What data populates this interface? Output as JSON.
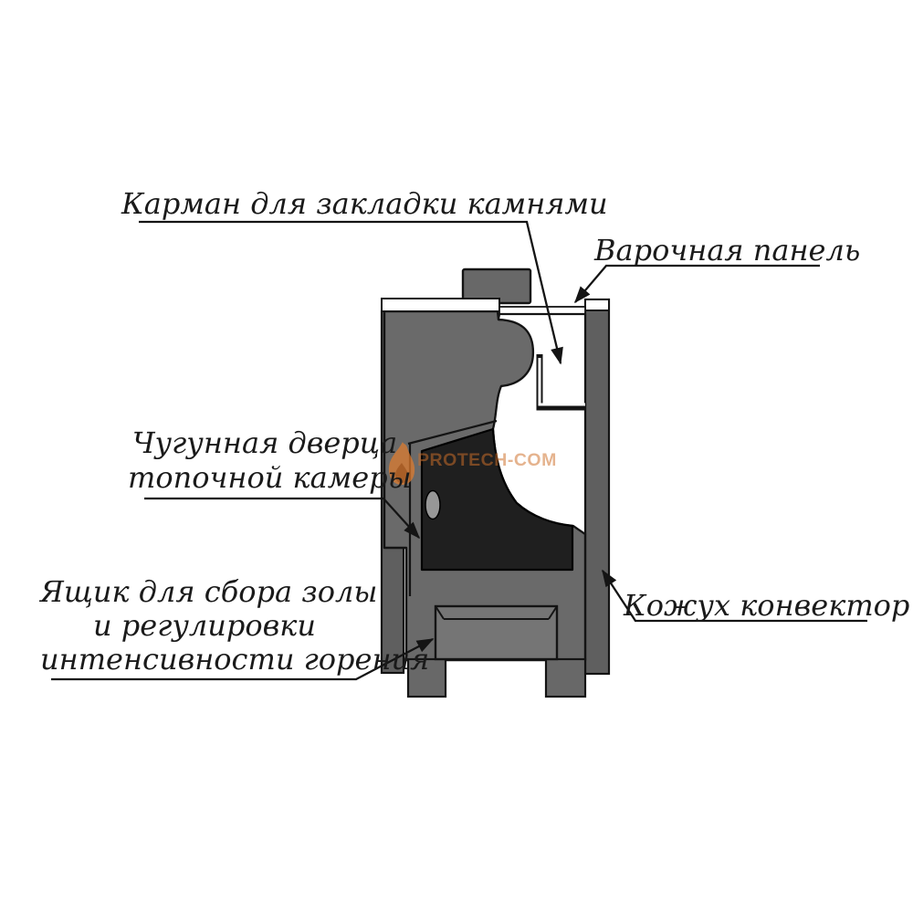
{
  "stove_diagram": {
    "watermark": {
      "text": "PROTECH-COM",
      "flame_icon_color": "#e07c2e",
      "text_color": "#cf702b"
    },
    "labels": {
      "stone_pocket": "Карман для закладки камнями",
      "cooking_panel": "Варочная панель",
      "firebox_door_line1": "Чугунная дверца",
      "firebox_door_line2": "топочной камеры",
      "ash_box_line1": "Ящик для сбора золы",
      "ash_box_line2": "и регулировки",
      "ash_box_line3": "интенсивности горения",
      "convector_casing": "Кожух конвектор"
    },
    "colors": {
      "body_gray": "#6a6a6a",
      "column_gray": "#5f5f5f",
      "drawer_gray": "#757575",
      "door_black": "#1f1f1f",
      "outline": "#141414",
      "label_text": "#1a1a1a",
      "background": "#ffffff"
    }
  }
}
